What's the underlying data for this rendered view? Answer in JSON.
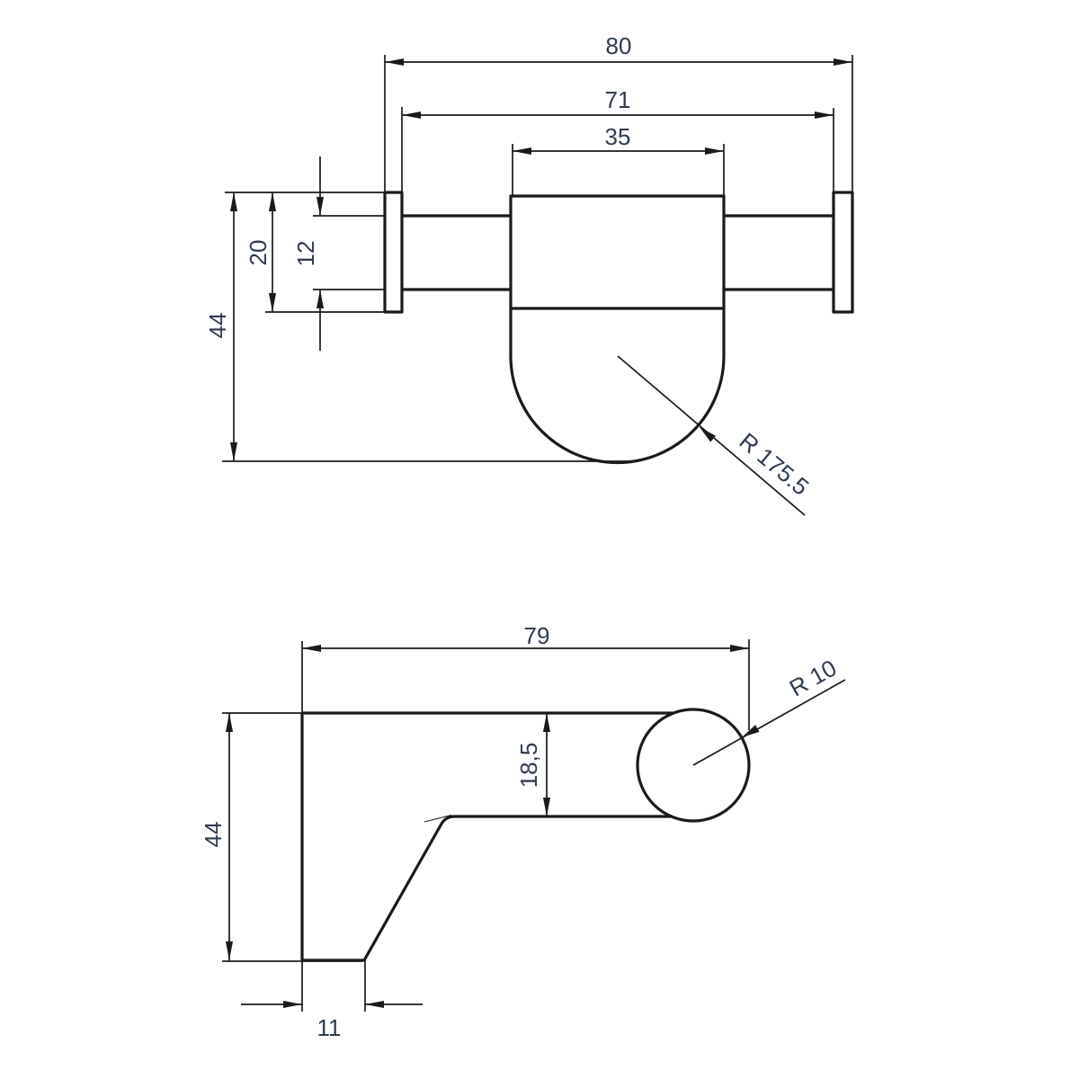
{
  "front_view": {
    "overall_width": "80",
    "inner_width": "71",
    "body_width": "35",
    "overall_height": "44",
    "plate_height": "20",
    "rod_height": "12",
    "bottom_radius": "R 175.5"
  },
  "side_view": {
    "length": "79",
    "overall_height": "44",
    "arm_thickness": "18,5",
    "base_width": "11",
    "tip_radius": "R 10"
  },
  "colors": {
    "line": "#1a1a1a",
    "text": "#2e3b4e",
    "background": "#ffffff"
  }
}
